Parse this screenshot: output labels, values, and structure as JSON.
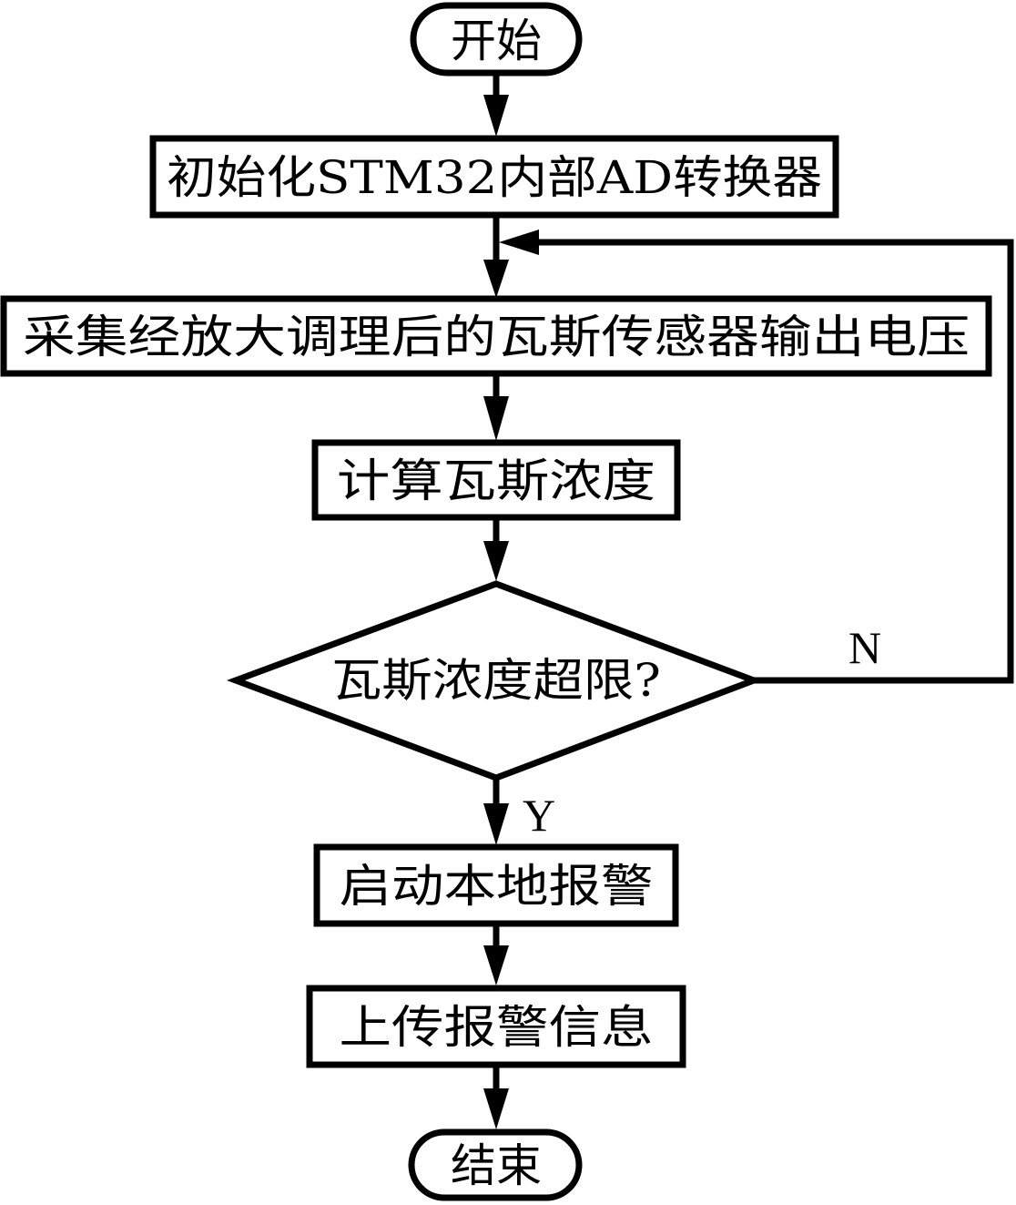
{
  "flowchart": {
    "start": "开始",
    "init": "初始化STM32内部AD转换器",
    "sample": "采集经放大调理后的瓦斯传感器输出电压",
    "calc": "计算瓦斯浓度",
    "decision": "瓦斯浓度超限?",
    "alarm": "启动本地报警",
    "upload": "上传报警信息",
    "end": "结束",
    "branch_no": "N",
    "branch_yes": "Y"
  }
}
